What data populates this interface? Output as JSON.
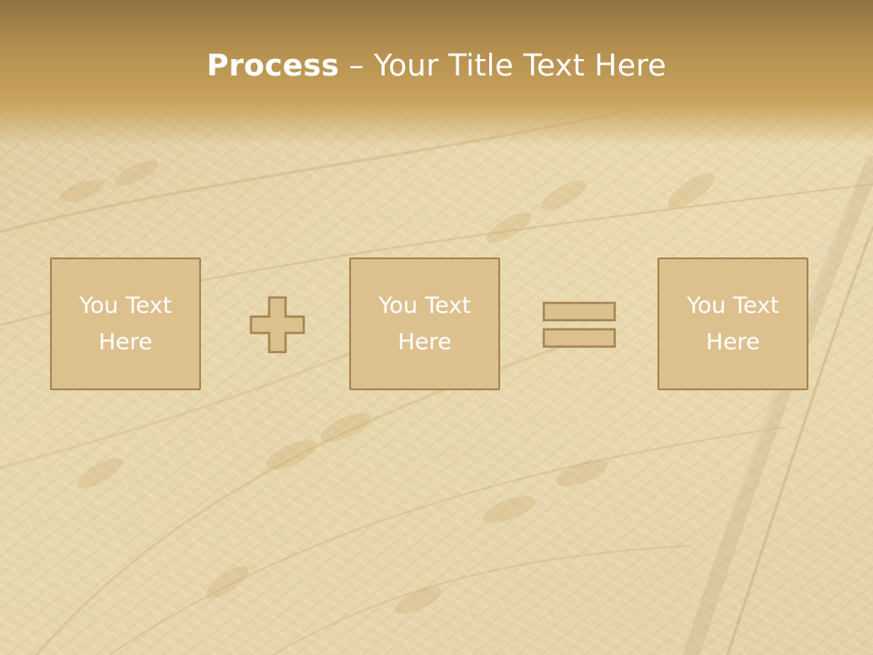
{
  "slide": {
    "title_bold": "Process",
    "title_rest": " – Your Title Text Here",
    "boxes": [
      {
        "text": "You Text Here"
      },
      {
        "text": "You Text Here"
      },
      {
        "text": "You Text Here"
      }
    ],
    "operators": [
      "plus-icon",
      "equals-icon"
    ],
    "colors": {
      "header_top": "#8e7443",
      "header_bottom": "#c9a35e",
      "box_fill": "#dcc08e",
      "box_border": "#a58656",
      "text": "#ffffff"
    }
  }
}
